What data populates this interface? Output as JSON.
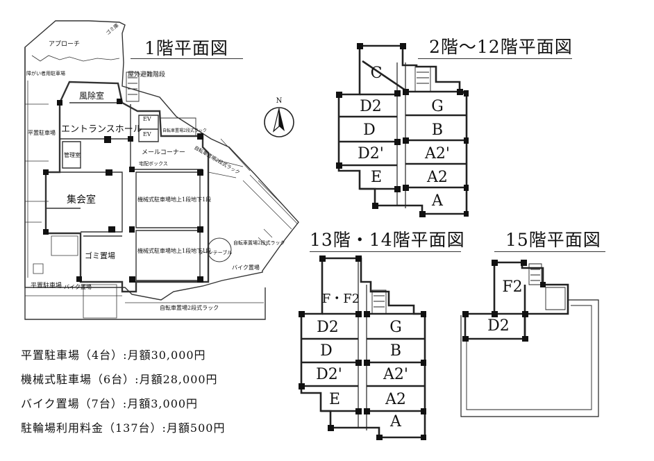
{
  "titles": {
    "f1": "1階平面図",
    "f2_12": "2階～12階平面図",
    "f13_14": "13階・14階平面図",
    "f15": "15階平面図"
  },
  "compass": {
    "label": "N"
  },
  "floor1": {
    "approach": "アプローチ",
    "corner_note": "ゴミ庫",
    "accessible_parking": "障がい者用駐車場",
    "flat_parking_left": "平置駐車場",
    "flat_parking_bottom": "平置駐車場",
    "outdoor_stairs": "屋外避難階段",
    "windbreak": "風除室",
    "entrance_hall": "エントランスホール",
    "ev1": "EV",
    "ev2": "EV",
    "bike_rack_small": "自転車置場2段式ラック",
    "manager_room": "管理室",
    "mail_corner": "メールコーナー",
    "delivery_box": "宅配ボックス",
    "bike_rack_right": "自転車置場2段式ラック",
    "assembly_room": "集会室",
    "mech_parking_1": "機械式駐車場地上1段地下1段",
    "mech_parking_2": "機械式駐車場地上1段地下1段",
    "garbage": "ゴミ置場",
    "turntable": "ターンテーブル",
    "bike_rack_lower": "自転車置場2段式ラック",
    "motorbike_right": "バイク置場",
    "motorbike_left": "バイク置場",
    "bike_rack_bottom": "自転車置場2段式ラック"
  },
  "floor2_12": {
    "units": [
      "C",
      "D2",
      "D",
      "D2'",
      "E",
      "G",
      "B",
      "A2'",
      "A2",
      "A"
    ]
  },
  "floor13_14": {
    "units": [
      "F・F2",
      "D2",
      "D",
      "D2'",
      "E",
      "G",
      "B",
      "A2'",
      "A2",
      "A"
    ]
  },
  "floor15": {
    "units": [
      "F2",
      "D2"
    ]
  },
  "fees": [
    "平置駐車場（4台）:月額30,000円",
    "機械式駐車場（6台）:月額28,000円",
    "バイク置場（7台）:月額3,000円",
    "駐輪場利用料金（137台）:月額500円"
  ]
}
